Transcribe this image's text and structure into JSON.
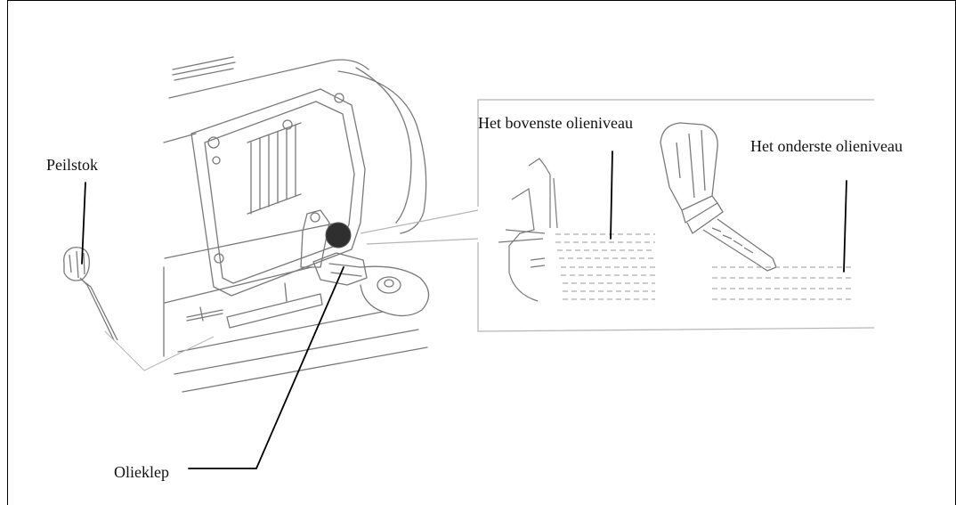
{
  "labels": {
    "dipstick": "Peilstok",
    "oil_valve": "Olieklep",
    "upper_level": "Het bovenste olieniveau",
    "lower_level": "Het onderste olieniveau"
  },
  "colors": {
    "line": "#000000",
    "drawing": "#7a7a7a",
    "light": "#b5b5b5",
    "background": "#ffffff"
  },
  "icons": {
    "dipstick": "dipstick-icon",
    "engine": "engine-crankcase-drawing",
    "oil_cap": "oil-cap-drawing"
  }
}
